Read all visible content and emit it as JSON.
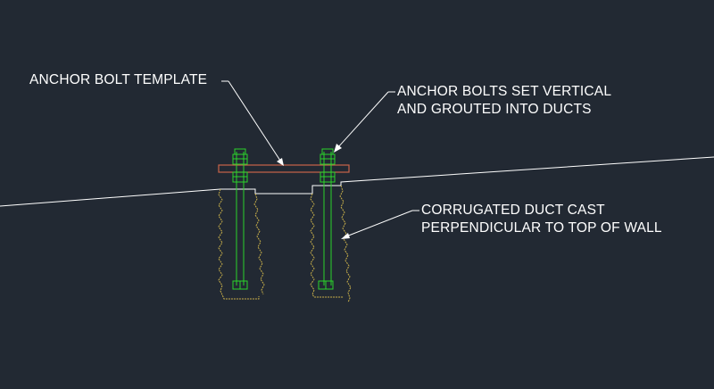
{
  "annotations": {
    "anchor_bolt_template": "ANCHOR BOLT TEMPLATE",
    "anchor_bolts_line1": "ANCHOR BOLTS SET VERTICAL",
    "anchor_bolts_line2": "AND GROUTED INTO DUCTS",
    "corrugated_duct_line1": "CORRUGATED DUCT CAST",
    "corrugated_duct_line2": "PERPENDICULAR TO TOP OF WALL"
  },
  "colors": {
    "background": "#222933",
    "linework": "#ffffff",
    "template_plate": "#c8644a",
    "bolts": "#2bd42b",
    "duct": "#c9b04a"
  }
}
